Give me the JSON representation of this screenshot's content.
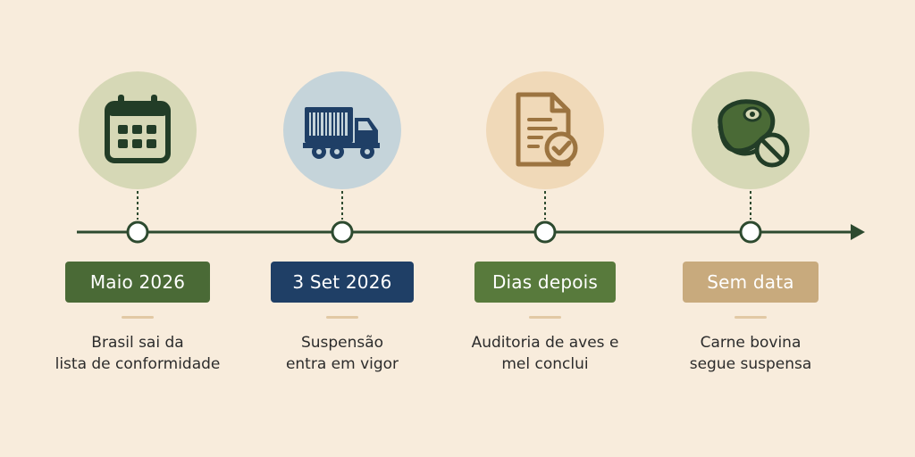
{
  "colors": {
    "background": "#f8ecdc",
    "timeline_line": "#2d4a2f",
    "green": "#4a6a36",
    "navy": "#1f3f66",
    "tan": "#c8aa7d"
  },
  "milestones": [
    {
      "icon": "calendar-icon",
      "date": "Maio 2026",
      "caption": [
        "Brasil sai da",
        "lista de conformidade"
      ],
      "badge_color": "#4a6a36",
      "circle_color": "#d6d8b6"
    },
    {
      "icon": "truck-icon",
      "date": "3 Set 2026",
      "caption": [
        "Suspensão",
        "entra em vigor"
      ],
      "badge_color": "#1f3f66",
      "circle_color": "#c5d4da"
    },
    {
      "icon": "document-check-icon",
      "date": "Dias depois",
      "caption": [
        "Auditoria de aves e",
        "mel conclui"
      ],
      "badge_color": "#587a3c",
      "circle_color": "#f0d9b8"
    },
    {
      "icon": "meat-prohibited-icon",
      "date": "Sem data",
      "caption": [
        "Carne bovina",
        "segue suspensa"
      ],
      "badge_color": "#c8aa7d",
      "circle_color": "#d6d8b6"
    }
  ]
}
